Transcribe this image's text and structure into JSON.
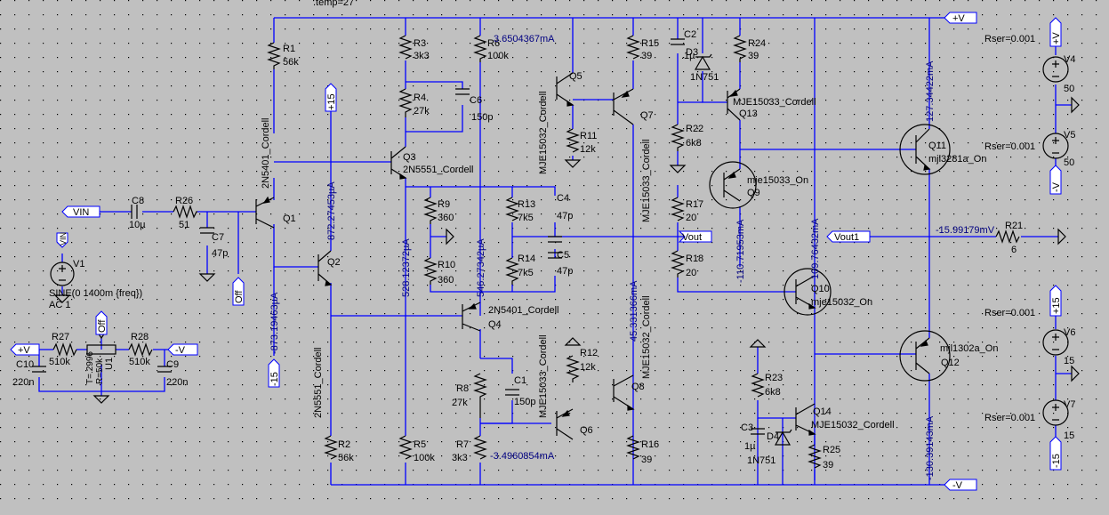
{
  "directive": ".temp=27",
  "colors": {
    "background": "#c0c0c0",
    "wire": "#0000ff",
    "component": "#000000",
    "grid_dot": "#000000"
  },
  "labels": {
    "plus_v": "+V",
    "minus_v": "-V",
    "p15": "+15",
    "m15": "-15",
    "off": "Off",
    "vin": "VIN",
    "vout": "Vout",
    "vout1": "Vout1",
    "r1": "R1",
    "r1v": "56k",
    "r2": "R2",
    "r2v": "56k",
    "r3": "R3",
    "r3v": "3k3",
    "r4": "R4",
    "r4v": "27k",
    "r5": "R5",
    "r5v": "100k",
    "r6": "R6",
    "r6v": "100k",
    "r7": "R7",
    "r7v": "3k3",
    "r8": "R8",
    "r8v": "27k",
    "r9": "R9",
    "r9v": "360",
    "r10": "R10",
    "r10v": "360",
    "r11": "R11",
    "r11v": "12k",
    "r12": "R12",
    "r12v": "12k",
    "r13": "R13",
    "r13v": "7k5",
    "r14": "R14",
    "r14v": "7k5",
    "r15": "R15",
    "r15v": "39",
    "r16": "R16",
    "r16v": "39",
    "r17": "R17",
    "r17v": "20",
    "r18": "R18",
    "r18v": "20",
    "r21": "R21",
    "r21v": "6",
    "r22": "R22",
    "r22v": "6k8",
    "r23": "R23",
    "r23v": "6k8",
    "r24": "R24",
    "r24v": "39",
    "r25": "R25",
    "r25v": "39",
    "r26": "R26",
    "r26v": "51",
    "r27": "R27",
    "r27v": "510k",
    "r28": "R28",
    "r28v": "510k",
    "c1": "C1",
    "c1v": "150p",
    "c2": "C2",
    "c2v": ".1µ",
    "c3": "C3",
    "c3v": "1µ",
    "c4": "C4",
    "c4v": "47p",
    "c5": "C5",
    "c5v": "47p",
    "c6": "C6",
    "c6v": "150p",
    "c7": "C7",
    "c7v": "47p",
    "c8": "C8",
    "c8v": "10µ",
    "c9": "C9",
    "c9v": "220n",
    "c10": "C10",
    "c10v": "220n",
    "d3": "D3",
    "d3v": "1N751",
    "d4": "D4",
    "d4v": "1N751",
    "q1": "Q1",
    "q1m": "2N5401_Cordell",
    "q2": "Q2",
    "q2m": "2N5551_Cordell",
    "q3": "Q3",
    "q3m": "2N5551_Cordell",
    "q4": "Q4",
    "q4m": "2N5401_Cordell",
    "q5": "Q5",
    "q5m": "MJE15032_Cordell",
    "q6": "Q6",
    "q6m": "MJE15033_Cordell",
    "q7": "Q7",
    "q7m": "MJE15033_Cordell",
    "q8": "Q8",
    "q8m": "MJE15032_Cordell",
    "q9": "Q9",
    "q9m": "mje15033_On",
    "q10": "Q10",
    "q10m": "mje15032_On",
    "q11": "Q11",
    "q11m": "mjl3281a_On",
    "q12": "Q12",
    "q12m": "mjl1302a_On",
    "q13": "Q13",
    "q13m": "MJE15033_Cordell",
    "q14": "Q14",
    "q14m": "MJE15032_Cordell",
    "v1": "V1",
    "v1v1": "SINE(0 1400m {freq})",
    "v1v2": "AC 1",
    "v4": "V4",
    "v4v": "50",
    "v5": "V5",
    "v5v": "50",
    "v6": "V6",
    "v6v": "15",
    "v7": "V7",
    "v7v": "15",
    "rser": "Rser=0.001",
    "u1": "U1",
    "u1a": "T=.2996",
    "u1b": "R=50k"
  },
  "currents": {
    "i_r6": "3.6504367mA",
    "i_q1": "872.27453µA",
    "i_q2": "-873.19463µA",
    "i_r5": "528.12372µA",
    "i_r10": "546.27342µA",
    "i_q7": "45.331366mA",
    "i_q6": "-3.4960854mA",
    "i_q9": "-110.71953mA",
    "i_q10": "109.76432mA",
    "i_q11": "127.34422mA",
    "i_q12": "-130.39143mA",
    "v_out1": "-15.99179mV"
  }
}
